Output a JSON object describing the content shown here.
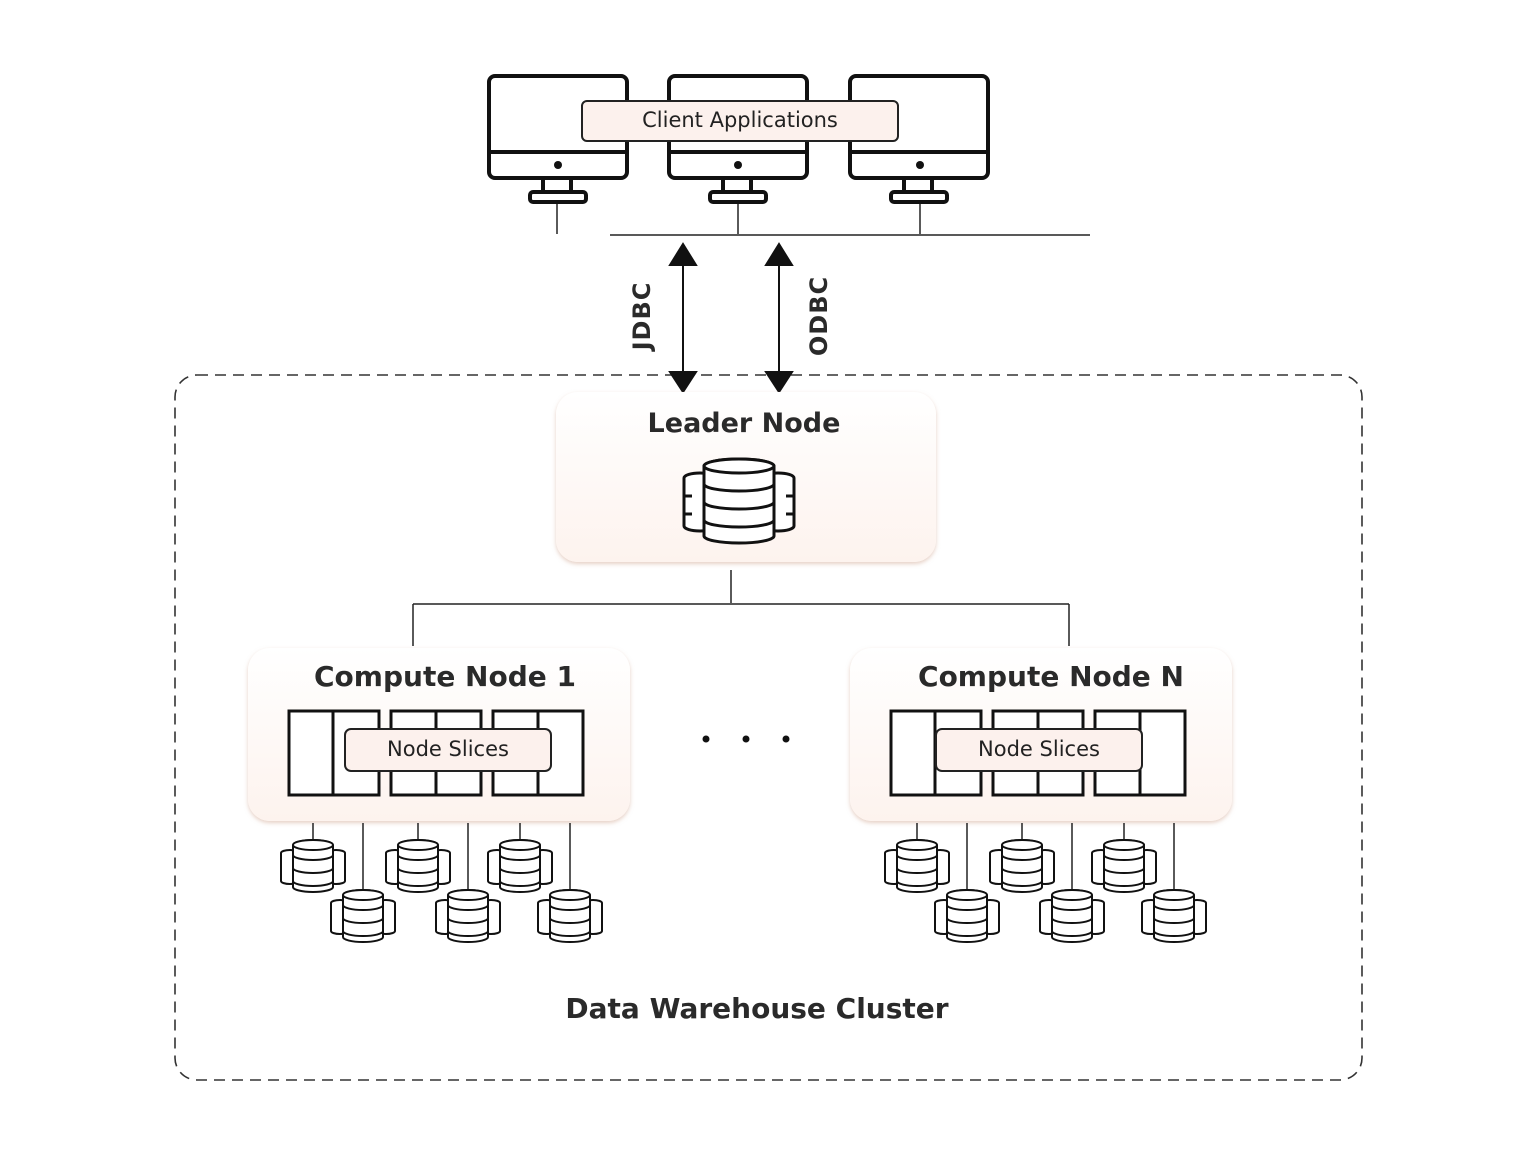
{
  "clients": {
    "label": "Client Applications"
  },
  "protocols": {
    "left": "JDBC",
    "right": "ODBC"
  },
  "leader": {
    "title": "Leader Node"
  },
  "compute_nodes": [
    {
      "title": "Compute Node 1",
      "slices_label": "Node Slices"
    },
    {
      "title": "Compute Node N",
      "slices_label": "Node Slices"
    }
  ],
  "cluster": {
    "label": "Data Warehouse Cluster"
  },
  "colors": {
    "stroke": "#222222",
    "card_tint": "#fdf3ee",
    "pill_fill": "#fcf1ed"
  }
}
